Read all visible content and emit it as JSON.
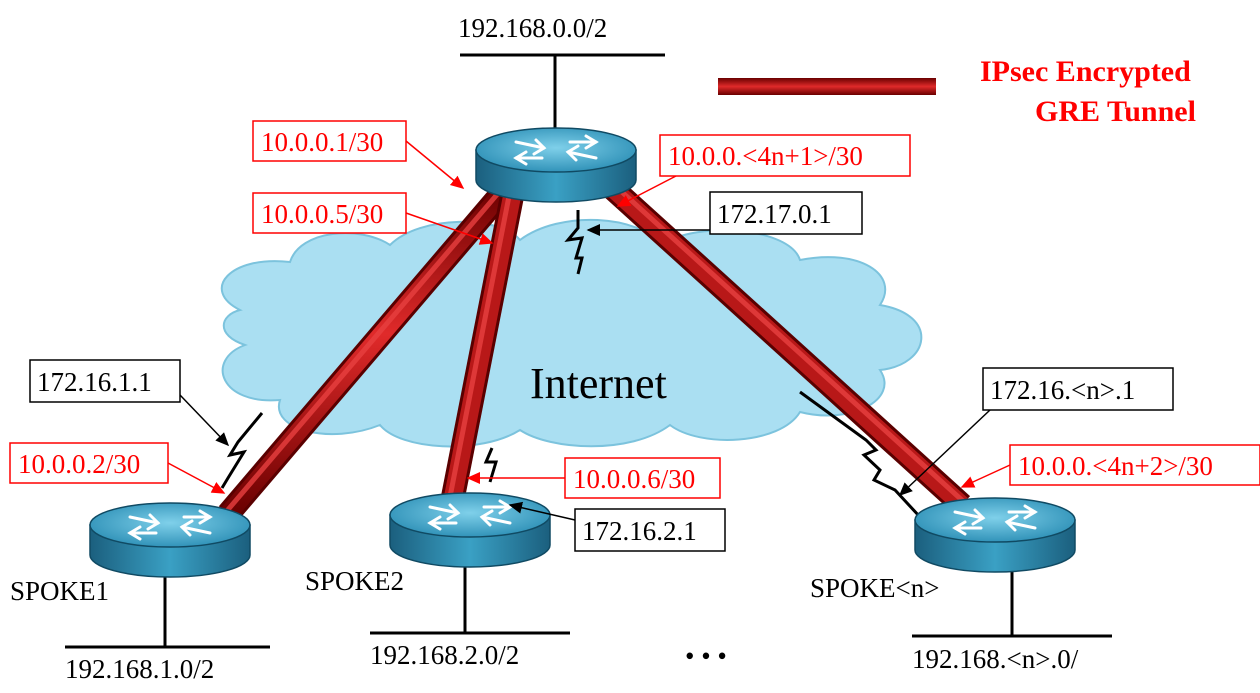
{
  "legend": {
    "line1": "IPsec Encrypted",
    "line2": "GRE Tunnel"
  },
  "cloud": {
    "label": "Internet"
  },
  "hub": {
    "lan": "192.168.0.0/2",
    "public_ip": "172.17.0.1",
    "tunnel_ips": [
      "10.0.0.1/30",
      "10.0.0.5/30",
      "10.0.0.<4n+1>/30"
    ]
  },
  "spokes": [
    {
      "name": "SPOKE1",
      "lan": "192.168.1.0/2",
      "public_ip": "172.16.1.1",
      "tunnel_ip": "10.0.0.2/30"
    },
    {
      "name": "SPOKE2",
      "lan": "192.168.2.0/2",
      "public_ip": "172.16.2.1",
      "tunnel_ip": "10.0.0.6/30"
    },
    {
      "name": "SPOKE<n>",
      "lan": "192.168.<n>.0/",
      "public_ip": "172.16.<n>.1",
      "tunnel_ip": "10.0.0.<4n+2>/30"
    }
  ],
  "ellipsis": "• • •",
  "colors": {
    "tunnel": "#a01010",
    "tunnel_highlight": "#e03030",
    "cloud": "#a8dcf0",
    "router_top": "#3aa8c8",
    "router_side": "#1e6e90",
    "label_red": "#ff0000"
  }
}
